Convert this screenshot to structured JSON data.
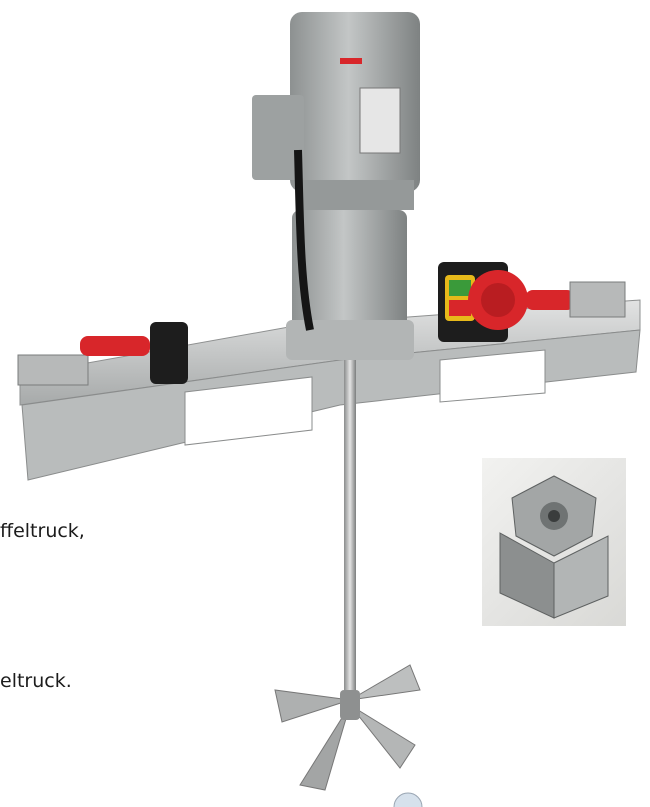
{
  "text_fragments": [
    "ffeltruck,",
    "eltruck."
  ],
  "colors": {
    "motor_grey": "#a9adad",
    "steel": "#c9cbcb",
    "accent_red": "#d8262a",
    "switch_yellow": "#e7b91a",
    "switch_green": "#3a9a3a",
    "handle_black": "#1d1d1d"
  },
  "image": {
    "subject": "stainless steel agitator with electric motor on mounting bridge",
    "inset_subject": "agitator hub close-up"
  }
}
